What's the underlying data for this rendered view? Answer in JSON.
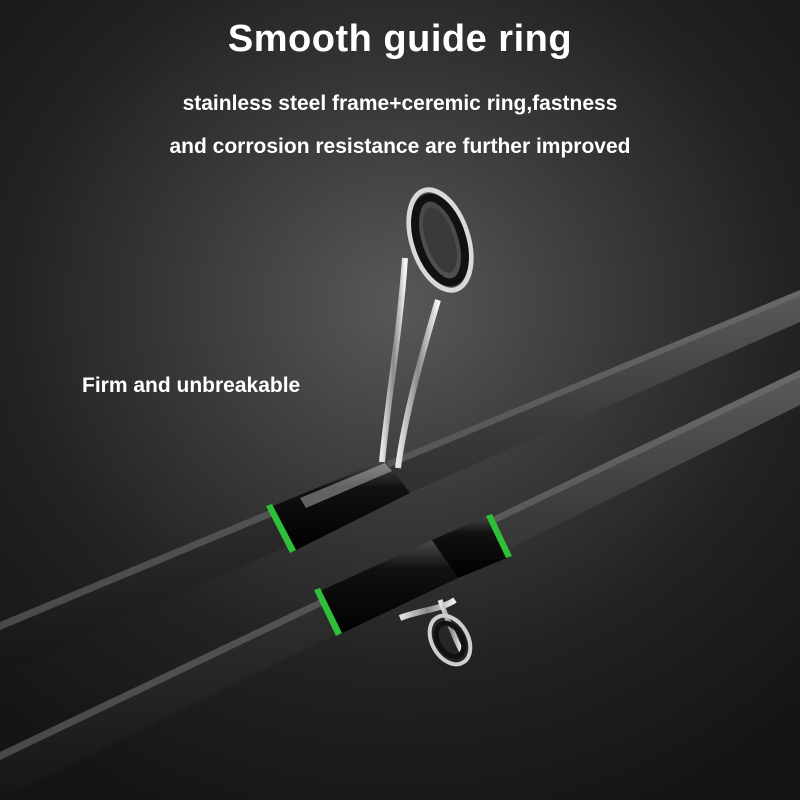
{
  "headline": {
    "title": "Smooth guide ring",
    "line1": "stainless steel frame+ceremic ring,fastness",
    "line2": "and corrosion resistance are further improved"
  },
  "callout": {
    "label": "Firm and unbreakable"
  },
  "colors": {
    "text": "#ffffff",
    "accent_band": "#2fbf3a",
    "rod_blank": "#2b2b2b"
  }
}
